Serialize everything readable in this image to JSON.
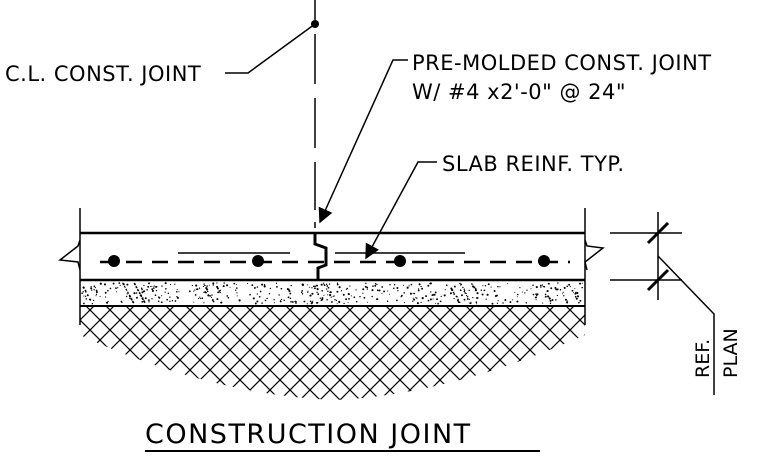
{
  "drawing": {
    "title": "CONSTRUCTION JOINT",
    "labels": {
      "cl_joint": "C.L. CONST. JOINT",
      "premolded_line1": "PRE-MOLDED CONST. JOINT",
      "premolded_line2": "W/ #4 x2'-0\" @ 24\"",
      "slab_reinf": "SLAB REINF. TYP.",
      "ref_plan_top": "REF.",
      "ref_plan_bottom": "PLAN"
    }
  }
}
